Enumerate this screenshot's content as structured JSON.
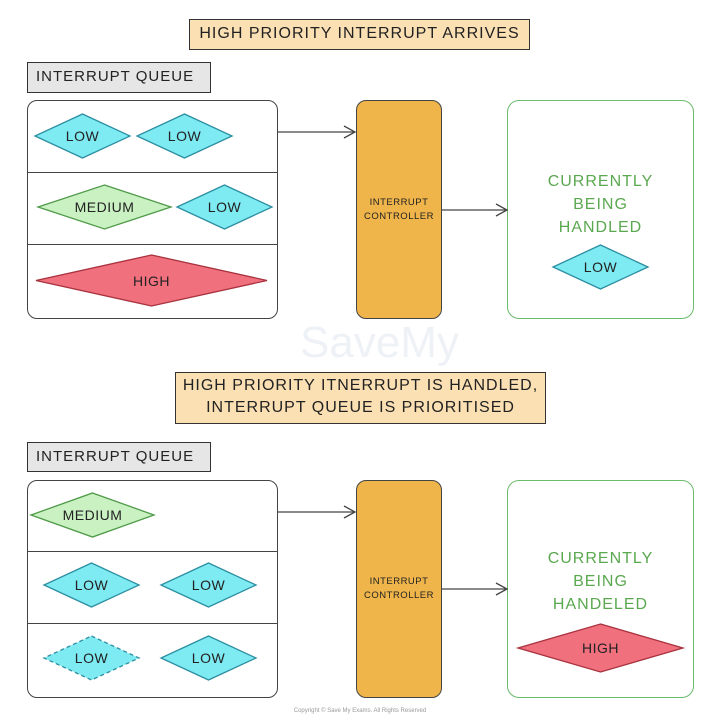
{
  "top": {
    "title": "HIGH PRIORITY INTERRUPT ARRIVES",
    "queue_label": "INTERRUPT QUEUE",
    "rows": [
      [
        {
          "label": "LOW",
          "priority": "low"
        },
        {
          "label": "LOW",
          "priority": "low"
        }
      ],
      [
        {
          "label": "MEDIUM",
          "priority": "medium"
        },
        {
          "label": "LOW",
          "priority": "low"
        }
      ],
      [
        {
          "label": "HIGH",
          "priority": "high"
        }
      ]
    ],
    "controller_line1": "INTERRUPT",
    "controller_line2": "CONTROLLER",
    "handled_line1": "CURRENTLY",
    "handled_line2": "BEING",
    "handled_line3": "HANDLED",
    "current": {
      "label": "LOW",
      "priority": "low"
    }
  },
  "bottom": {
    "title_line1": "HIGH PRIORITY ITNERRUPT IS HANDLED,",
    "title_line2": "INTERRUPT QUEUE IS PRIORITISED",
    "queue_label": "INTERRUPT QUEUE",
    "rows": [
      [
        {
          "label": "MEDIUM",
          "priority": "medium"
        }
      ],
      [
        {
          "label": "LOW",
          "priority": "low"
        },
        {
          "label": "LOW",
          "priority": "low"
        }
      ],
      [
        {
          "label": "LOW",
          "priority": "low",
          "style": "dashed"
        },
        {
          "label": "LOW",
          "priority": "low"
        }
      ]
    ],
    "controller_line1": "INTERRUPT",
    "controller_line2": "CONTROLLER",
    "handled_line1": "CURRENTLY",
    "handled_line2": "BEING",
    "handled_line3": "HANDELED",
    "current": {
      "label": "HIGH",
      "priority": "high"
    }
  },
  "colors": {
    "low": "#7eeaf2",
    "medium": "#c9f1c2",
    "high": "#f0707e",
    "controller": "#f0b54a",
    "title_bg": "#fbe0b4",
    "label_bg": "#e6e6e6",
    "handled_text": "#5aa84f"
  },
  "watermark": "SaveMy",
  "copyright": "Copyright © Save My Exams. All Rights Reserved"
}
